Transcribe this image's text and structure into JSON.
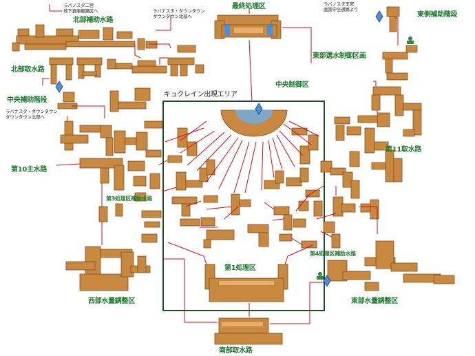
{
  "labels": {
    "final_area": "最終処理区",
    "north_aux": "北部補助水路",
    "north_intake": "北部取水路",
    "central_aux_stairs": "中央補助階段",
    "kyuk_area": "キュクレイン出現エリア",
    "central_control": "中央制御区",
    "east_aux_stairs": "東側補助階段",
    "east_control": "東部選水制御区画",
    "ch11": "第11取水路",
    "main10": "第10主水路",
    "aux3": "第3処理区補助水路",
    "aux4": "第4処理区補助水路",
    "proc1": "第1処理区",
    "west_control": "西部水量調整区",
    "east_volume": "東部水量調整区",
    "south_intake": "南部取水路"
  },
  "notes": {
    "top_left": [
      "ラバノスタ二宮",
      "地下倉庫搬路区へ"
    ],
    "top_mid": [
      "ラバナスタ・ダウンタウン",
      "ダウンタウン北部へ"
    ],
    "top_right": [
      "ラバノスタ王宮",
      "庭園守全通路より"
    ],
    "left_mid": [
      "ラバナスタ・ダウンタウン",
      "ダウンタウン北部へ"
    ]
  },
  "colors": {
    "corridor": "#c9883f",
    "label_green": "#1f7a2e",
    "connector_red": "#d40a14",
    "zone_frame": "#1e4d28",
    "crystal": "#4a8fd8"
  }
}
